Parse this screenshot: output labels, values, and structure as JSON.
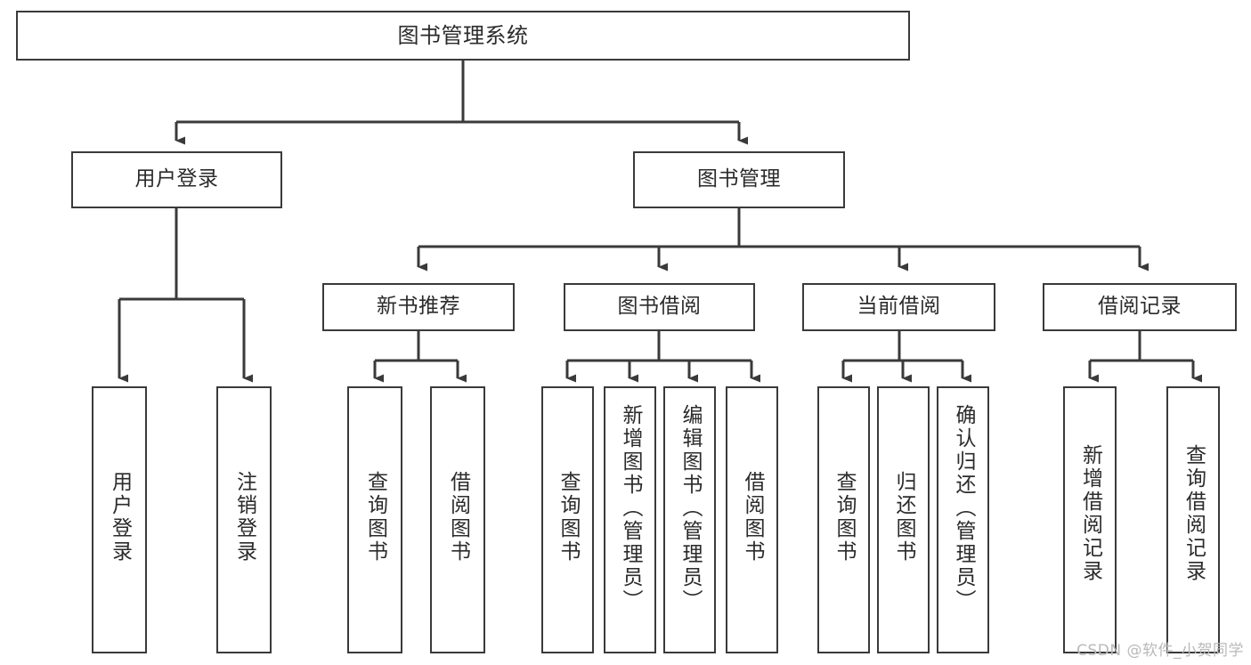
{
  "diagram": {
    "title": "图书管理系统",
    "type": "tree-hierarchy",
    "watermark": "CSDN @软件_小贺同学",
    "colors": {
      "box_border": "#3a3a3a",
      "box_fill": "#ffffff",
      "edge": "#3a3a3a",
      "text": "#2b2b2b",
      "watermark": "#b9b9b9",
      "background": "#ffffff"
    },
    "levels": {
      "root": {
        "label": "图书管理系统"
      },
      "level2": [
        {
          "label": "用户登录"
        },
        {
          "label": "图书管理"
        }
      ],
      "level3": [
        {
          "label": "新书推荐"
        },
        {
          "label": "图书借阅"
        },
        {
          "label": "当前借阅"
        },
        {
          "label": "借阅记录"
        }
      ],
      "leaves": {
        "user_login": [
          {
            "label": "用户登录"
          },
          {
            "label": "注销登录"
          }
        ],
        "new_book_recommend": [
          {
            "label": "查询图书"
          },
          {
            "label": "借阅图书"
          }
        ],
        "book_borrow": [
          {
            "label": "查询图书"
          },
          {
            "label": "新增图书（管理员）"
          },
          {
            "label": "编辑图书（管理员）"
          },
          {
            "label": "借阅图书"
          }
        ],
        "current_borrow": [
          {
            "label": "查询图书"
          },
          {
            "label": "归还图书"
          },
          {
            "label": "确认归还（管理员）"
          }
        ],
        "borrow_record": [
          {
            "label": "新增借阅记录"
          },
          {
            "label": "查询借阅记录"
          }
        ]
      }
    }
  }
}
